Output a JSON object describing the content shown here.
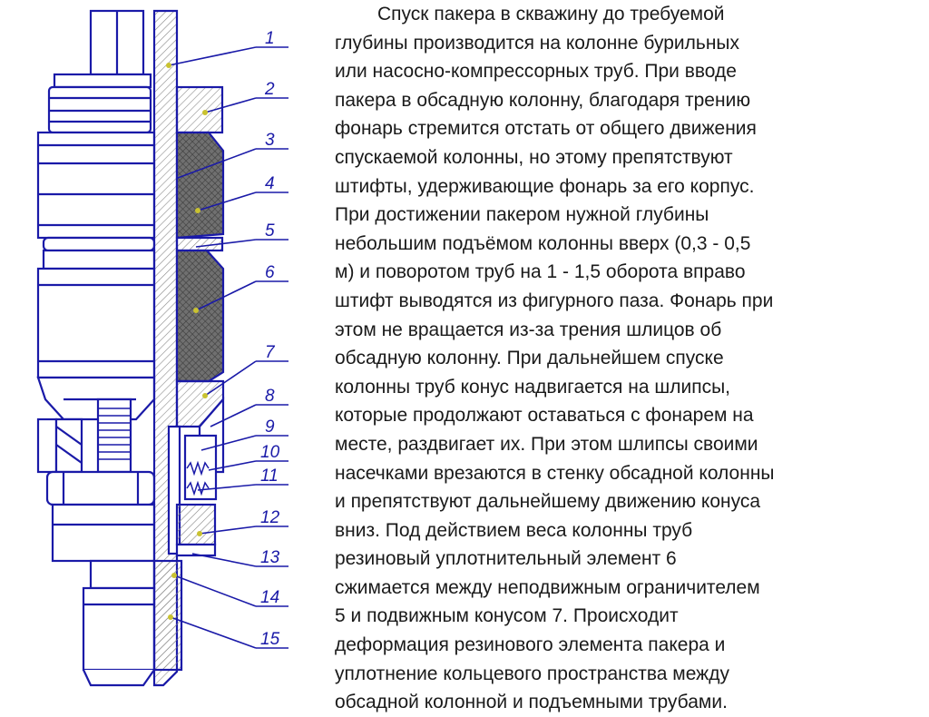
{
  "description_text": {
    "lines": [
      "Спуск пакера в скважину до требуемой",
      "глубины производится на колонне бурильных",
      "или насосно-компрессорных труб. При вводе",
      "пакера в обсадную колонну, благодаря трению",
      "фонарь стремится отстать от общего движения",
      "спускаемой колонны, но этому препятствуют",
      "штифты, удерживающие фонарь за его корпус.",
      "При достижении пакером нужной глубины",
      "небольшим подъёмом колонны вверх (0,3 - 0,5",
      "м) и поворотом труб на 1 - 1,5 оборота вправо",
      "штифт выводятся из фигурного паза. Фонарь при",
      "этом не вращается из-за трения шлицов об",
      "обсадную колонну. При дальнейшем спуске",
      "колонны труб конус надвигается на шлипсы,",
      "которые продолжают оставаться с фонарем на",
      "месте, раздвигает их. При этом шлипсы своими",
      "насечками врезаются в стенку обсадной колонны",
      "и препятствуют дальнейшему движению конуса",
      "вниз. Под действием веса колонны труб",
      "резиновый уплотнительный элемент 6",
      "сжимается между неподвижным ограничителем",
      "5 и подвижным конусом 7. Происходит",
      "деформация резинового элемента пакера и",
      "уплотнение кольцевого пространства между",
      "обсадной колонной и подъемными трубами."
    ]
  },
  "drawing": {
    "callouts": [
      "1",
      "2",
      "3",
      "4",
      "5",
      "6",
      "7",
      "8",
      "9",
      "10",
      "11",
      "12",
      "13",
      "14",
      "15"
    ],
    "colors": {
      "outline": "#1a1aa8",
      "hatch_line": "#8a8a8a",
      "rubber_fill": "#6e6e6e",
      "part_fill": "#f2f2f7",
      "marker": "#c9c230"
    }
  }
}
